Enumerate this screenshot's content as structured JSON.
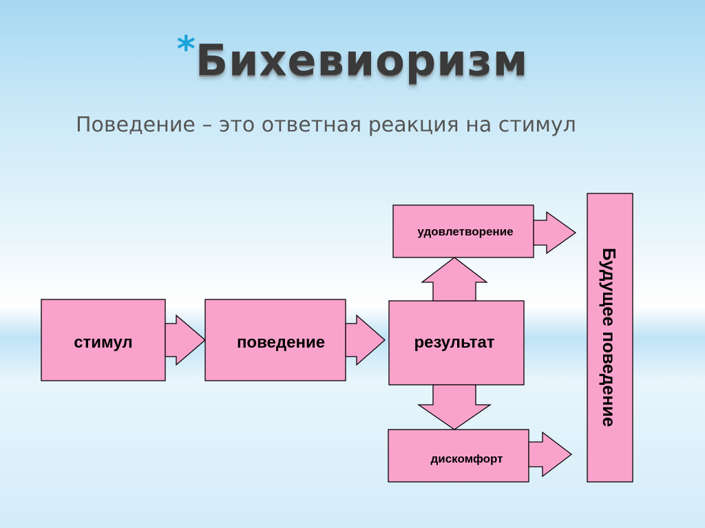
{
  "slide": {
    "title_star": "*",
    "title": "Бихевиоризм",
    "subtitle": "Поведение – это ответная реакция на стимул"
  },
  "diagram": {
    "nodes": {
      "stimulus": "стимул",
      "behavior": "поведение",
      "result": "результат",
      "satisfaction": "удовлетворение",
      "discomfort": "дискомфорт",
      "future_behavior": "Будущее поведение"
    }
  },
  "colors": {
    "box_fill": "#f9a3cc",
    "stroke": "#000000",
    "title_star": "#1aa3d9",
    "title_text": "#3a3a3a",
    "subtitle_text": "#555555"
  }
}
